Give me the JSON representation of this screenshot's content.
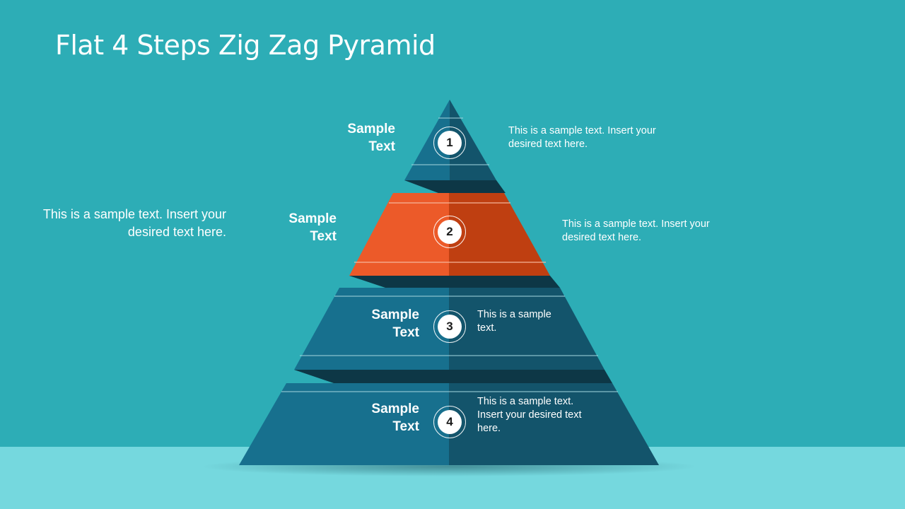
{
  "title": "Flat 4 Steps Zig Zag Pyramid",
  "colors": {
    "background": "#2DADB6",
    "floor": "#75D8DE",
    "tier_blue_left": "#17708E",
    "tier_blue_right": "#13546B",
    "tier_orange_left": "#EC5A29",
    "tier_orange_right": "#BF3F11",
    "tier_shadow": "#0D3746"
  },
  "side_note": "This is a sample text.  Insert your desired text here.",
  "steps": [
    {
      "number": "1",
      "label_line1": "Sample",
      "label_line2": "Text",
      "description": "This is a sample text.  Insert your desired text here.",
      "highlighted": false
    },
    {
      "number": "2",
      "label_line1": "Sample",
      "label_line2": "Text",
      "description": "This is a sample text.  Insert your desired text here.",
      "highlighted": true
    },
    {
      "number": "3",
      "label_line1": "Sample",
      "label_line2": "Text",
      "description": "This is a sample text.",
      "highlighted": false
    },
    {
      "number": "4",
      "label_line1": "Sample",
      "label_line2": "Text",
      "description": "This is a sample text. Insert your desired text here.",
      "highlighted": false
    }
  ]
}
